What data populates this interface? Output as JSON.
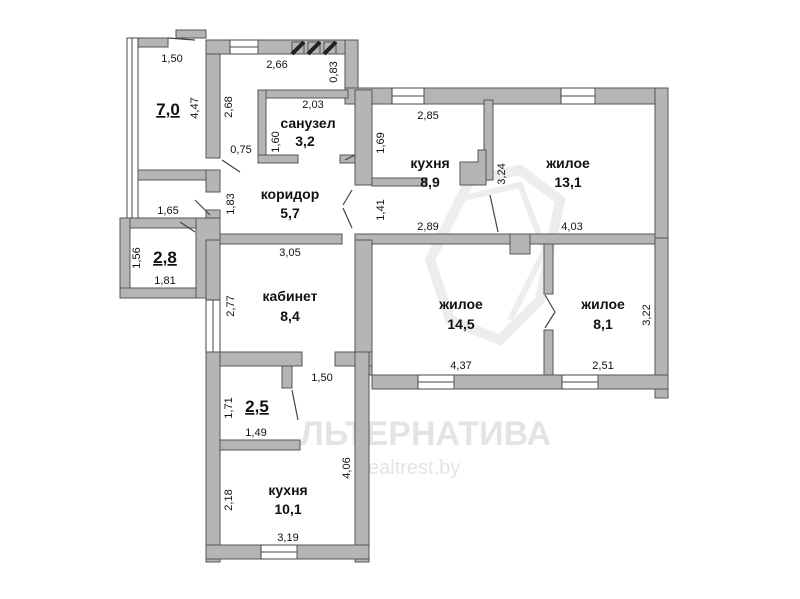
{
  "rooms": {
    "veranda": {
      "area": "7,0"
    },
    "bathroom": {
      "name": "санузел",
      "area": "3,2"
    },
    "kitchen_top": {
      "name": "кухня",
      "area": "8,9"
    },
    "living_top": {
      "name": "жилое",
      "area": "13,1"
    },
    "corridor": {
      "name": "коридор",
      "area": "5,7"
    },
    "storage": {
      "area": "2,8"
    },
    "study": {
      "name": "кабинет",
      "area": "8,4"
    },
    "living_mid": {
      "name": "жилое",
      "area": "14,5"
    },
    "living_small": {
      "name": "жилое",
      "area": "8,1"
    },
    "pantry": {
      "area": "2,5"
    },
    "kitchen_bottom": {
      "name": "кухня",
      "area": "10,1"
    }
  },
  "dimensions": {
    "d_1_50_top": "1,50",
    "d_4_47": "4,47",
    "d_2_66": "2,66",
    "d_0_83": "0,83",
    "d_2_68": "2,68",
    "d_2_03": "2,03",
    "d_1_60": "1,60",
    "d_0_75": "0,75",
    "d_2_85": "2,85",
    "d_1_69": "1,69",
    "d_3_24": "3,24",
    "d_1_83": "1,83",
    "d_1_65": "1,65",
    "d_1_41": "1,41",
    "d_2_89": "2,89",
    "d_4_03": "4,03",
    "d_1_56": "1,56",
    "d_1_81": "1,81",
    "d_3_05": "3,05",
    "d_2_77": "2,77",
    "d_3_22": "3,22",
    "d_4_37": "4,37",
    "d_2_51": "2,51",
    "d_1_50_mid": "1,50",
    "d_1_71": "1,71",
    "d_1_49": "1,49",
    "d_4_06": "4,06",
    "d_2_18": "2,18",
    "d_3_19": "3,19"
  },
  "watermark": {
    "brand": "ЛЬТЕРНАТИВА",
    "site": "ealtrest.by"
  }
}
